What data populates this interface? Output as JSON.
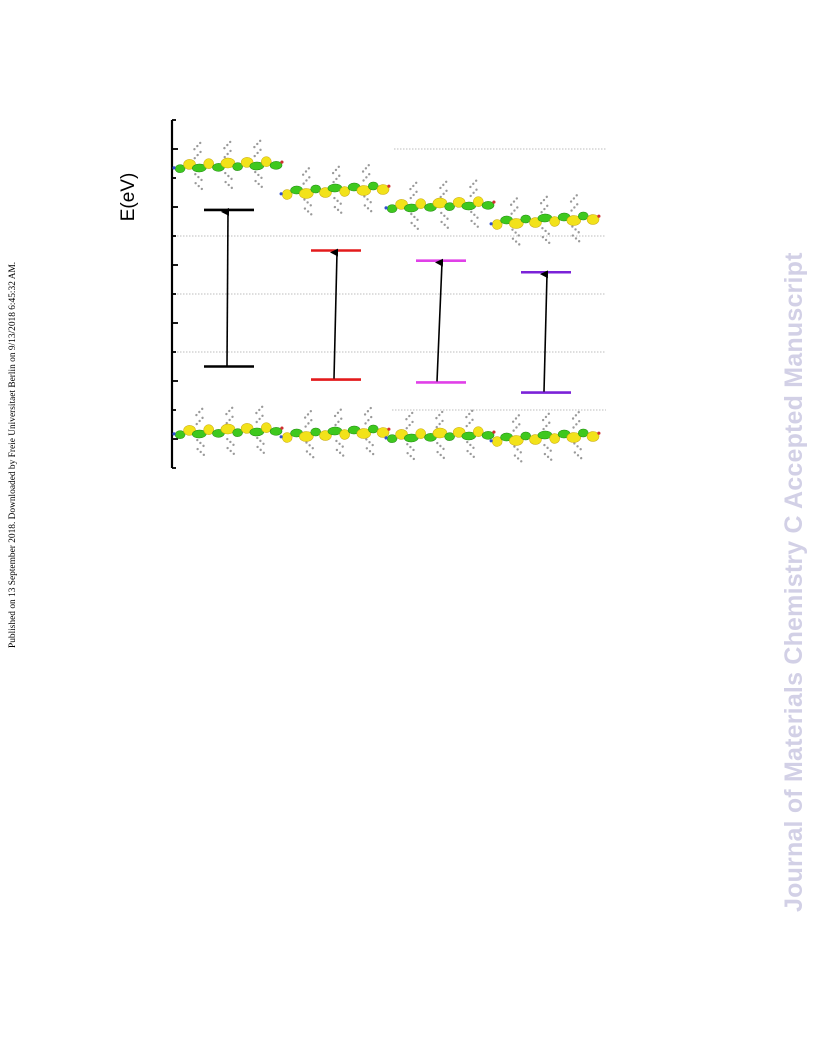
{
  "page": {
    "side_note": "Published on 13 September 2018. Downloaded by Freie Universitaet Berlin on 9/13/2018 6:45:32 AM.",
    "watermark": "Journal of Materials Chemistry C Accepted Manuscript"
  },
  "chart_data": {
    "type": "energy-level-diagram",
    "ylabel": "E(eV)",
    "yticks_count": 12,
    "ylim": [
      0,
      12
    ],
    "grid": "dotted horizontal",
    "series": [
      {
        "lumo": 8.9,
        "homo": 3.5,
        "color": "#000000"
      },
      {
        "lumo": 7.5,
        "homo": 3.05,
        "color": "#e31a1c"
      },
      {
        "lumo": 7.15,
        "homo": 2.95,
        "color": "#e040e8"
      },
      {
        "lumo": 6.75,
        "homo": 2.6,
        "color": "#7b22d8"
      }
    ],
    "orbital_images": [
      {
        "position": "top",
        "column": 1,
        "name": "lumo-orbital-1"
      },
      {
        "position": "top",
        "column": 2,
        "name": "lumo-orbital-2"
      },
      {
        "position": "top",
        "column": 3,
        "name": "lumo-orbital-3"
      },
      {
        "position": "top",
        "column": 4,
        "name": "lumo-orbital-4"
      },
      {
        "position": "bottom",
        "column": 1,
        "name": "homo-orbital-1"
      },
      {
        "position": "bottom",
        "column": 2,
        "name": "homo-orbital-2"
      },
      {
        "position": "bottom",
        "column": 3,
        "name": "homo-orbital-3"
      },
      {
        "position": "bottom",
        "column": 4,
        "name": "homo-orbital-4"
      }
    ]
  }
}
